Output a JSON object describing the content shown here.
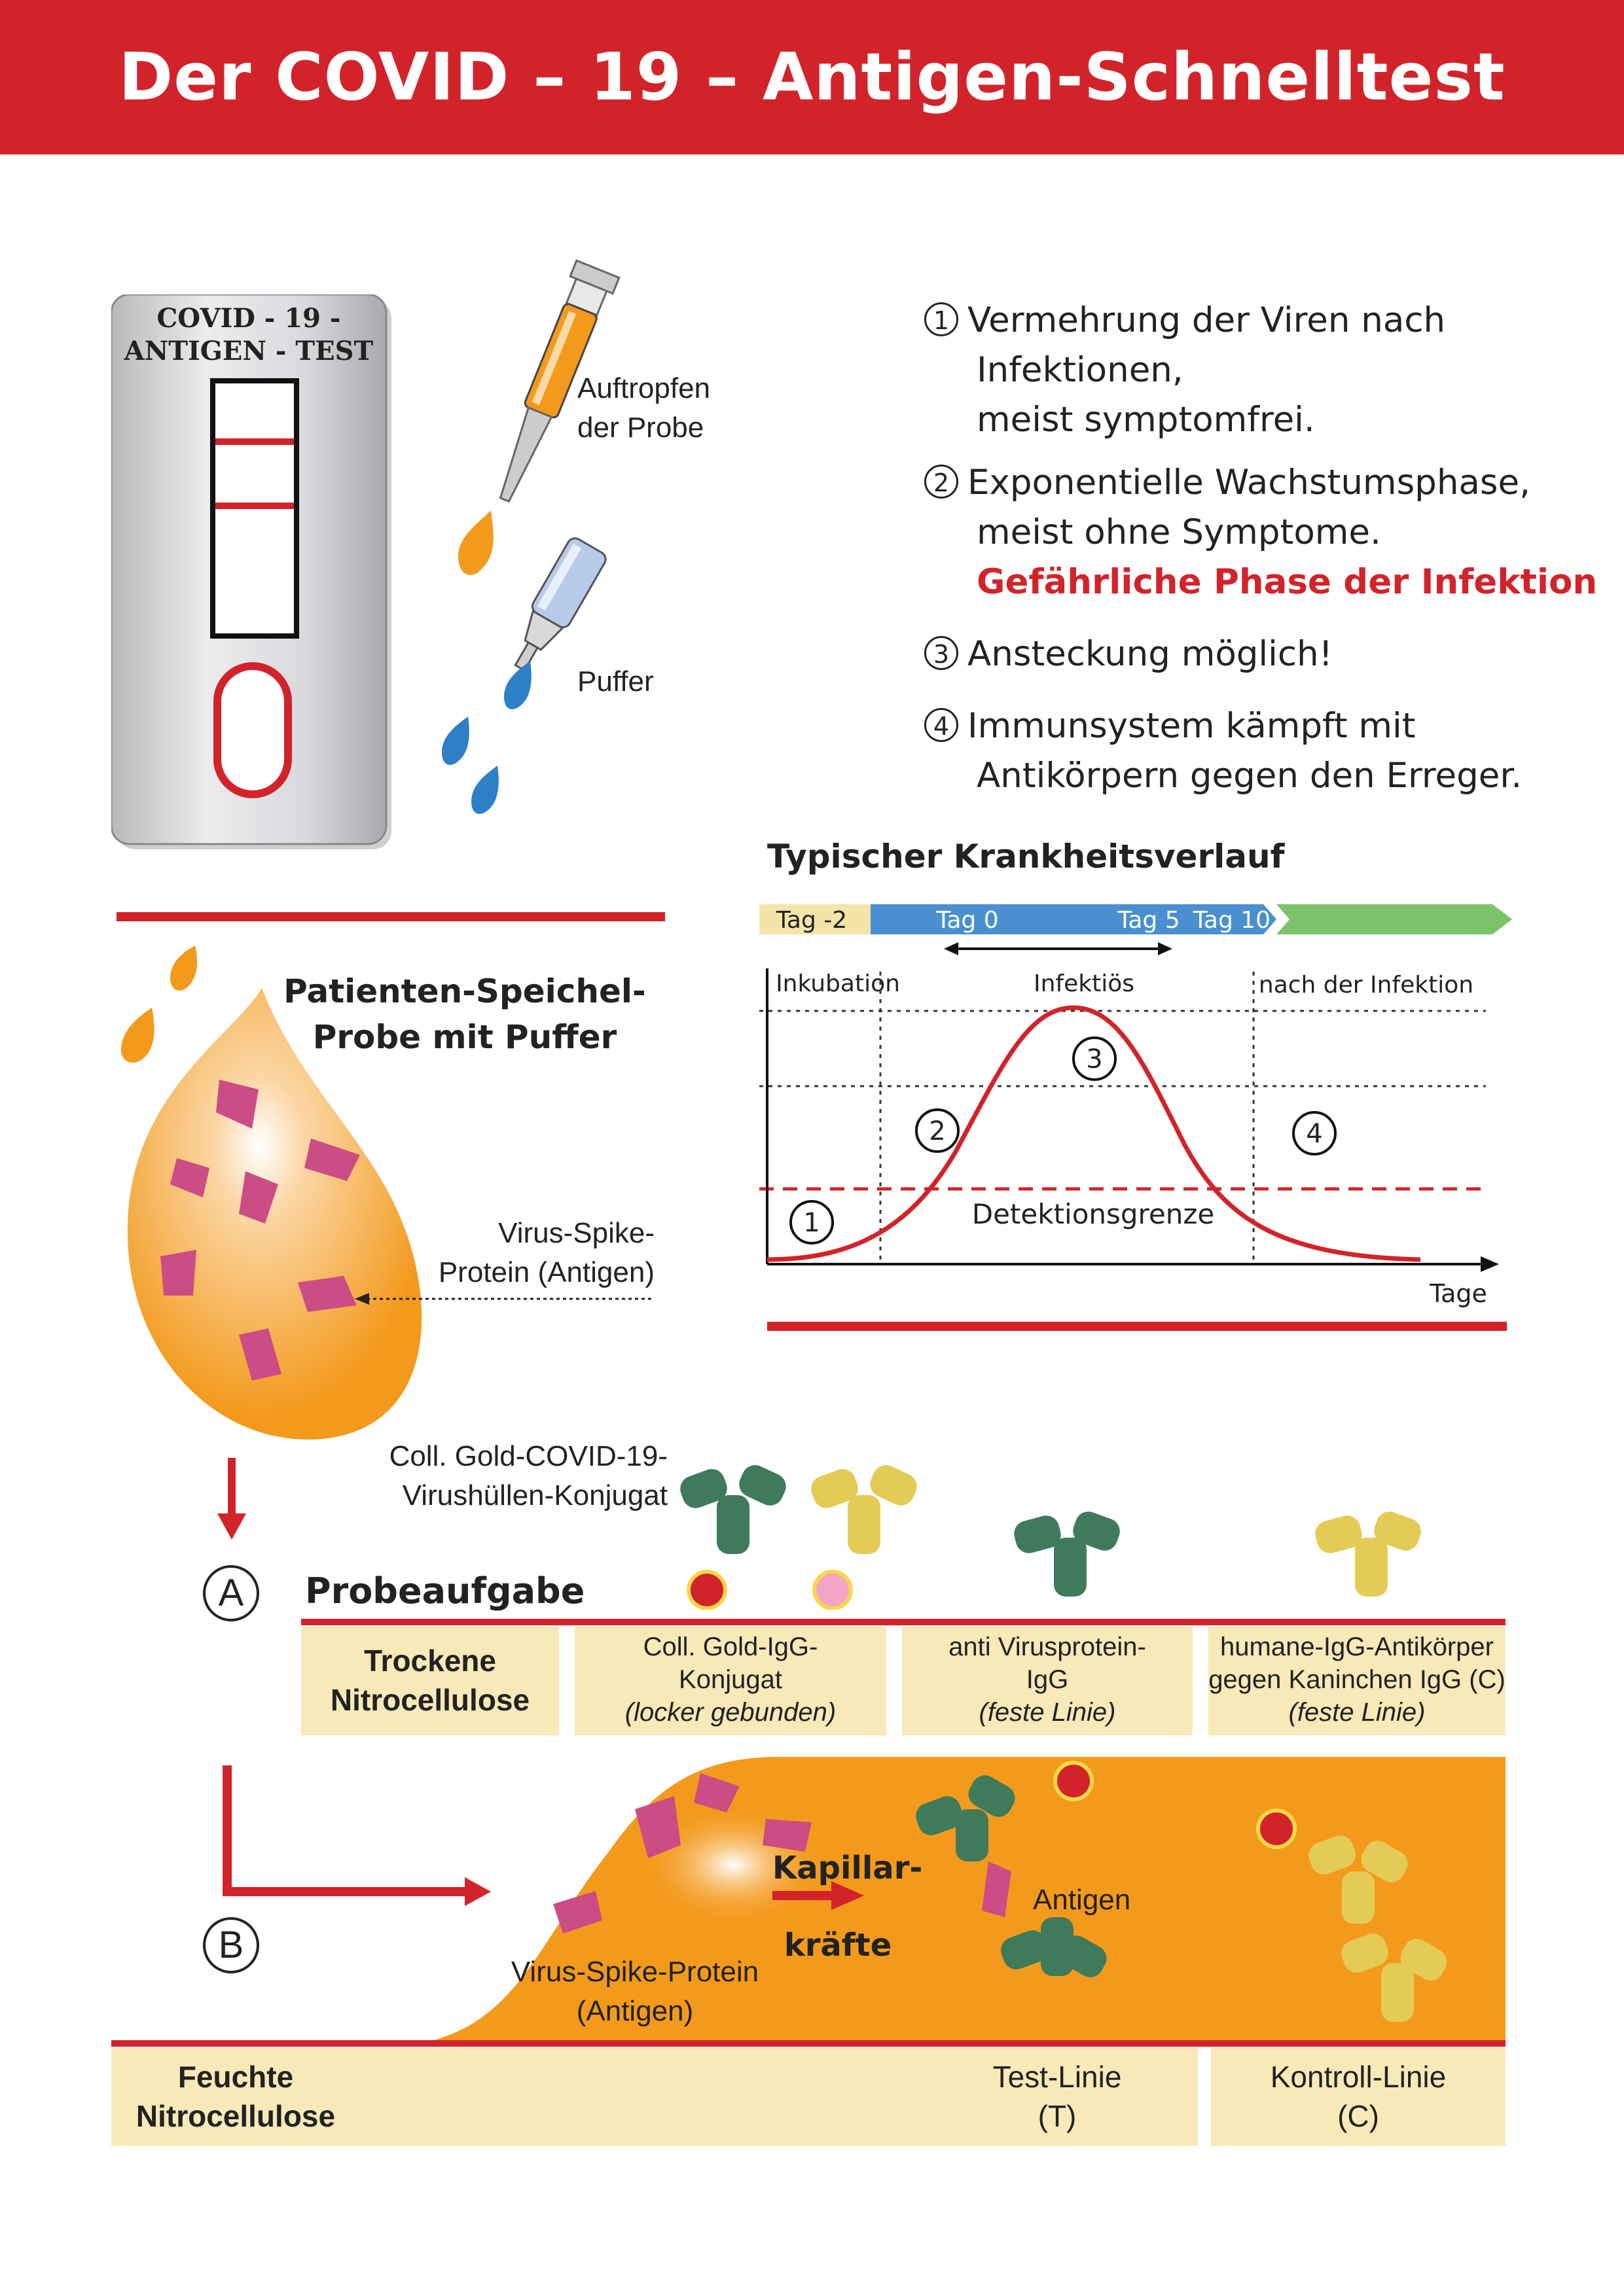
{
  "header": {
    "title": "Der COVID – 19 – Antigen-Schnelltest"
  },
  "test_card": {
    "label_line1": "COVID - 19 -",
    "label_line2": "ANTIGEN - TEST"
  },
  "labels": {
    "auftropfen_l1": "Auftropfen",
    "auftropfen_l2": "der Probe",
    "puffer": "Puffer",
    "sample_l1": "Patienten-Speichel-",
    "sample_l2": "Probe mit Puffer",
    "spike_l1": "Virus-Spike-",
    "spike_l2": "Protein (Antigen)",
    "gold_l1": "Coll. Gold-COVID-19-",
    "gold_l2": "Virushüllen-Konjugat",
    "probeaufgabe": "Probeaufgabe",
    "kapillar_l1": "Kapillar-",
    "kapillar_l2": "kräfte",
    "antigen": "Antigen",
    "virus_spike_b_l1": "Virus-Spike-Protein",
    "virus_spike_b_l2": "(Antigen)"
  },
  "markers": {
    "a": "A",
    "b": "B"
  },
  "steps": [
    {
      "num": "1",
      "lines": [
        "Vermehrung der Viren nach",
        "Infektionen,",
        "meist symptomfrei."
      ]
    },
    {
      "num": "2",
      "lines": [
        "Exponentielle Wachstumsphase,",
        "meist ohne Symptome."
      ],
      "highlight": "Gefährliche Phase der Infektion"
    },
    {
      "num": "3",
      "lines": [
        "Ansteckung möglich!"
      ]
    },
    {
      "num": "4",
      "lines": [
        "Immunsystem kämpft mit",
        "Antikörpern gegen den Erreger."
      ]
    }
  ],
  "row_a": {
    "left_l1": "Trockene",
    "left_l2": "Nitrocellulose",
    "c1_l1": "Coll. Gold-IgG-",
    "c1_l2": "Konjugat",
    "c1_l3": "(locker gebunden)",
    "c2_l1": "anti Virusprotein-",
    "c2_l2": "IgG",
    "c2_l3": "(feste Linie)",
    "c3_l1": "humane-IgG-Antikörper",
    "c3_l2": "gegen Kaninchen IgG (C)",
    "c3_l3": "(feste Linie)"
  },
  "row_b": {
    "left_l1": "Feuchte",
    "left_l2": "Nitrocellulose",
    "test_l1": "Test-Linie",
    "test_l2": "(T)",
    "ctrl_l1": "Kontroll-Linie",
    "ctrl_l2": "(C)"
  },
  "colors": {
    "red": "#d3232a",
    "orange": "#f39a1c",
    "magenta": "#cc4c86",
    "beige": "#f7e9b8",
    "blue_phase": "#4a90d0",
    "green_phase": "#7cc26a",
    "yellow_phase": "#f3e4a8"
  },
  "chart": {
    "title": "Typischer Krankheitsverlauf",
    "timeline": [
      "Tag -2",
      "Tag 0",
      "Tag 5",
      "Tag 10"
    ],
    "phases": [
      "Inkubation",
      "Infektiös",
      "nach der Infektion"
    ],
    "detection_label": "Detektionsgrenze",
    "x_label": "Tage",
    "markers": [
      "1",
      "2",
      "3",
      "4"
    ]
  }
}
